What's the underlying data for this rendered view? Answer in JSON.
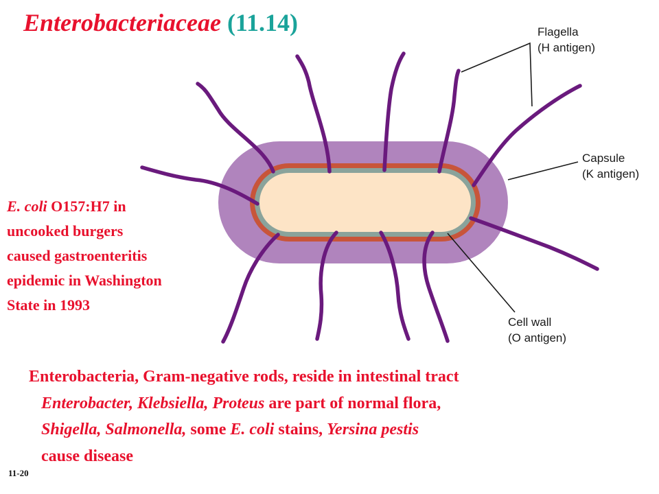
{
  "title": {
    "italic": "Enterobacteriaceae",
    "number": "(11.14)"
  },
  "note": {
    "lines": [
      {
        "italic": "E. coli",
        "text": " O157:H7 in"
      },
      {
        "text": "uncooked burgers"
      },
      {
        "text": "caused gastroenteritis"
      },
      {
        "text": "epidemic in Washington"
      },
      {
        "text": "State in 1993"
      }
    ]
  },
  "diagram": {
    "labels": {
      "flagella": [
        "Flagella",
        "(H antigen)"
      ],
      "capsule": [
        "Capsule",
        "(K antigen)"
      ],
      "cell_wall": [
        "Cell wall",
        "(O antigen)"
      ]
    },
    "colors": {
      "capsule": "#b084bd",
      "outer_membrane": "#c8553a",
      "cell_wall": "#8aa39b",
      "cytoplasm": "#fde4c6",
      "flagella": "#6a1a7d"
    }
  },
  "body": {
    "line1": "Enterobacteria, Gram-negative rods, reside in intestinal tract",
    "line2": {
      "i1": "Enterobacter,",
      "i2": "Klebsiella,",
      "i3": "Proteus",
      "t1": " are part of normal flora,"
    },
    "line3": {
      "i1": "Shigella, Salmonella,",
      "t1": " some ",
      "i2": "E. coli",
      "t2": " stains, ",
      "i3": "Yersina pestis"
    },
    "line4": "cause disease"
  },
  "slide_number": "11-20"
}
